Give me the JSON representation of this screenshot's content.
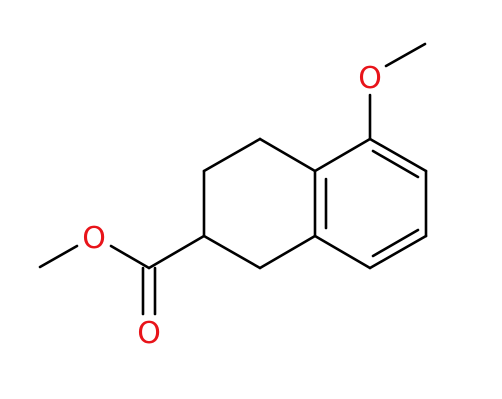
{
  "molecule": {
    "atoms": {
      "methoxy_oxygen": {
        "symbol": "O",
        "color": "#e8141a"
      },
      "ester_oxygen": {
        "symbol": "O",
        "color": "#e8141a"
      },
      "carbonyl_oxygen": {
        "symbol": "O",
        "color": "#e8141a"
      }
    },
    "bond_color": "#000000"
  }
}
